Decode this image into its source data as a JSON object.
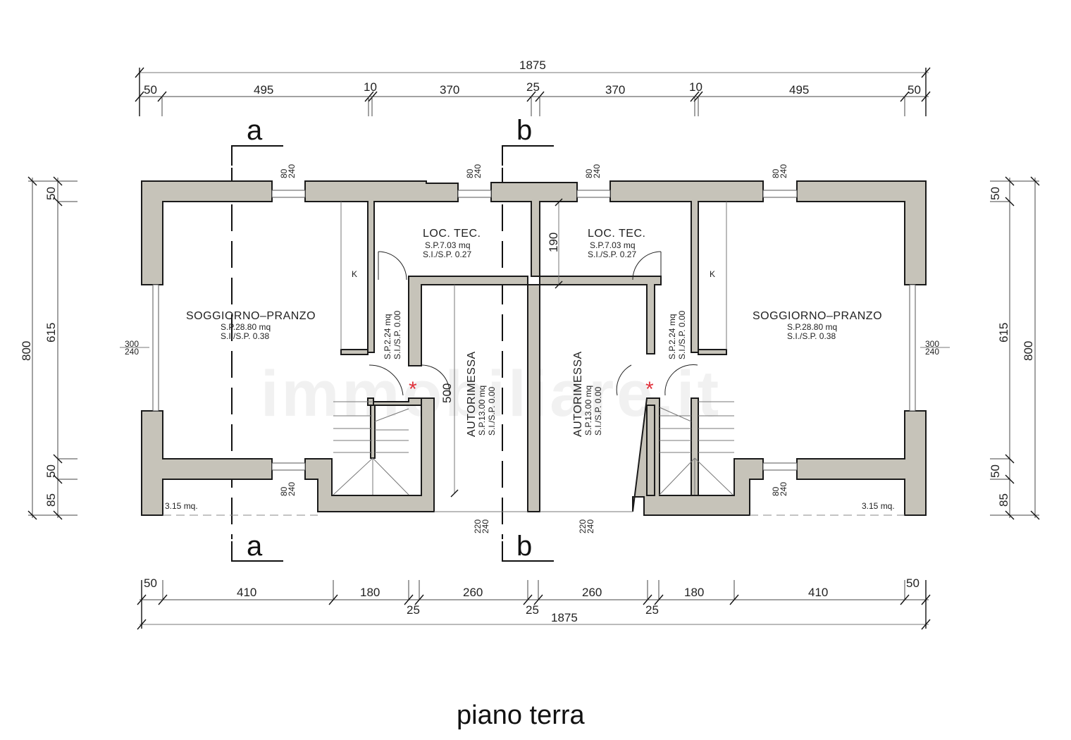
{
  "drawing": {
    "title": "piano terra",
    "watermark": "immobiliare.it",
    "wall_color": "#c6c3b9",
    "accent_color": "#e0323c"
  },
  "dimensions": {
    "top_total": "1875",
    "top_segments": [
      "50",
      "495",
      "10",
      "370",
      "25",
      "370",
      "10",
      "495",
      "50"
    ],
    "bottom_total": "1875",
    "bottom_segments_upper": [
      "50",
      "410",
      "180",
      "260",
      "260",
      "180",
      "410",
      "50"
    ],
    "bottom_segments_lower": [
      "25",
      "25",
      "25"
    ],
    "left_total": "800",
    "left_segments": [
      "50",
      "615",
      "50",
      "85"
    ],
    "right_total": "800",
    "right_segments": [
      "50",
      "615",
      "50",
      "85"
    ],
    "interior_190": "190",
    "interior_500": "500"
  },
  "sections": {
    "a_top": "a",
    "a_bottom": "a",
    "b_top": "b",
    "b_bottom": "b"
  },
  "openings": {
    "window_top_1": {
      "w": "80",
      "h": "240"
    },
    "window_top_2": {
      "w": "80",
      "h": "240"
    },
    "window_top_3": {
      "w": "80",
      "h": "240"
    },
    "window_top_4": {
      "w": "80",
      "h": "240"
    },
    "window_left": {
      "w": "300",
      "h": "240"
    },
    "window_right": {
      "w": "300",
      "h": "240"
    },
    "window_bottom_1": {
      "w": "80",
      "h": "240"
    },
    "window_bottom_2": {
      "w": "80",
      "h": "240"
    },
    "garage_door_1": {
      "w": "220",
      "h": "240"
    },
    "garage_door_2": {
      "w": "220",
      "h": "240"
    }
  },
  "rooms": {
    "left_living": {
      "name": "SOGGIORNO–PRANZO",
      "sp": "S.P.28.80 mq",
      "ratio": "S.I./S.P. 0.38"
    },
    "right_living": {
      "name": "SOGGIORNO–PRANZO",
      "sp": "S.P.28.80 mq",
      "ratio": "S.I./S.P. 0.38"
    },
    "left_tech": {
      "name": "LOC.  TEC.",
      "sp": "S.P.7.03 mq",
      "ratio": "S.I./S.P. 0.27"
    },
    "right_tech": {
      "name": "LOC.  TEC.",
      "sp": "S.P.7.03 mq",
      "ratio": "S.I./S.P. 0.27"
    },
    "left_hall": {
      "sp": "S.P.2.24 mq",
      "ratio": "S.I./S.P. 0.00"
    },
    "right_hall": {
      "sp": "S.P.2.24 mq",
      "ratio": "S.I./S.P. 0.00"
    },
    "left_garage": {
      "name": "AUTORIMESSA",
      "sp": "S.P.13.00 mq",
      "ratio": "S.I./S.P. 0.00"
    },
    "right_garage": {
      "name": "AUTORIMESSA",
      "sp": "S.P.13.00 mq",
      "ratio": "S.I./S.P. 0.00"
    },
    "left_kitchen_label": "K",
    "right_kitchen_label": "K",
    "left_porch": "3.15 mq.",
    "right_porch": "3.15 mq."
  },
  "markers": {
    "entrance_left": "*",
    "entrance_right": "*"
  }
}
